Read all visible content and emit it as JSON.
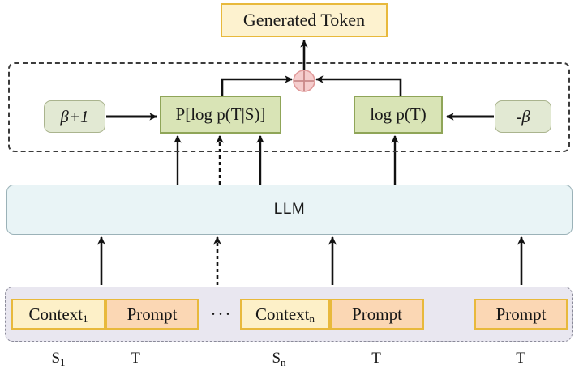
{
  "diagram": {
    "title": "Context-aware decoding LLM diagram",
    "output": {
      "generated_token_label": "Generated Token"
    },
    "combiner": {
      "symbol": "circle-plus",
      "color": "#f3c7c7"
    },
    "scoring_block": {
      "left_param_label": "β+1",
      "left_formula_label": "P[log  p(T|S)]",
      "right_formula_label": "log p(T)",
      "right_param_label": "-β",
      "box_fill": "#d9e4b6",
      "box_border": "#8fa558"
    },
    "model": {
      "label": "LLM",
      "fill": "#e9f4f6",
      "border": "#9bb2b8"
    },
    "inputs": {
      "container_fill": "#e9e7f0",
      "groups": [
        {
          "context_label": "Context",
          "context_sub": "1",
          "prompt_label": "Prompt"
        },
        {
          "context_label": "Context",
          "context_sub": "n",
          "prompt_label": "Prompt"
        },
        {
          "context_label": null,
          "context_sub": null,
          "prompt_label": "Prompt"
        }
      ],
      "ellipsis": "···",
      "context_fill": "#fdf0c8",
      "prompt_fill": "#fbd7b4",
      "token_border": "#e8b93c"
    },
    "axis_labels": {
      "s1": "S",
      "s1_sub": "1",
      "t1": "T",
      "sn": "S",
      "sn_sub": "n",
      "t2": "T",
      "t3": "T"
    }
  }
}
